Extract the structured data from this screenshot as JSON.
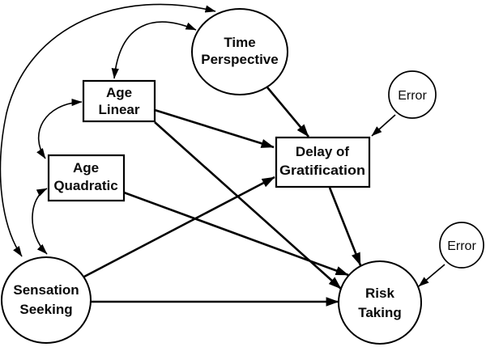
{
  "background_color": "#ffffff",
  "line_color": "#000000",
  "node_fill_color": "#ffffff",
  "diagram": {
    "kind": "path-diagram-structural-equation-model",
    "nodes": {
      "time_perspective": {
        "label": "Time Perspective",
        "lines": [
          "Time",
          "Perspective"
        ],
        "shape": "circle"
      },
      "age_linear": {
        "label": "Age Linear",
        "lines": [
          "Age",
          "Linear"
        ],
        "shape": "rectangle"
      },
      "age_quadratic": {
        "label": "Age Quadratic",
        "lines": [
          "Age",
          "Quadratic"
        ],
        "shape": "rectangle"
      },
      "sensation_seeking": {
        "label": "Sensation Seeking",
        "lines": [
          "Sensation",
          "Seeking"
        ],
        "shape": "circle"
      },
      "delay_of_gratification": {
        "label": "Delay of Gratification",
        "lines": [
          "Delay of",
          "Gratification"
        ],
        "shape": "rectangle"
      },
      "risk_taking": {
        "label": "Risk Taking",
        "lines": [
          "Risk",
          "Taking"
        ],
        "shape": "circle"
      },
      "error_top": {
        "label": "Error",
        "lines": [
          "Error"
        ],
        "shape": "circle"
      },
      "error_bottom": {
        "label": "Error",
        "lines": [
          "Error"
        ],
        "shape": "circle"
      }
    },
    "edges": [
      {
        "from": "time_perspective",
        "to": "delay_of_gratification",
        "style": "single-headed-straight"
      },
      {
        "from": "age_linear",
        "to": "delay_of_gratification",
        "style": "single-headed-straight"
      },
      {
        "from": "age_linear",
        "to": "risk_taking",
        "style": "single-headed-straight"
      },
      {
        "from": "age_quadratic",
        "to": "risk_taking",
        "style": "single-headed-straight"
      },
      {
        "from": "sensation_seeking",
        "to": "delay_of_gratification",
        "style": "single-headed-straight"
      },
      {
        "from": "sensation_seeking",
        "to": "risk_taking",
        "style": "single-headed-straight"
      },
      {
        "from": "delay_of_gratification",
        "to": "risk_taking",
        "style": "single-headed-straight"
      },
      {
        "from": "error_top",
        "to": "delay_of_gratification",
        "style": "single-headed-straight"
      },
      {
        "from": "error_bottom",
        "to": "risk_taking",
        "style": "single-headed-straight"
      },
      {
        "from": "sensation_seeking",
        "to": "time_perspective",
        "style": "double-headed-curved"
      },
      {
        "from": "age_linear",
        "to": "time_perspective",
        "style": "double-headed-curved"
      },
      {
        "from": "age_linear",
        "to": "age_quadratic",
        "style": "double-headed-curved"
      },
      {
        "from": "age_quadratic",
        "to": "sensation_seeking",
        "style": "double-headed-curved"
      }
    ]
  }
}
